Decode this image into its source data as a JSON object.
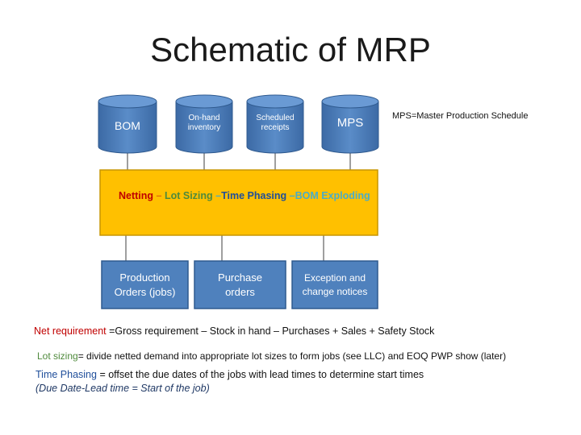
{
  "title": "Schematic of MRP",
  "inputs": [
    {
      "label": "BOM"
    },
    {
      "label": "On-hand inventory"
    },
    {
      "label": "Scheduled receipts"
    },
    {
      "label": "MPS"
    }
  ],
  "mps_note": "MPS=Master Production Schedule",
  "process": {
    "parts": [
      {
        "text": "Netting ",
        "color": "red"
      },
      {
        "text": "– ",
        "color": "orange"
      },
      {
        "text": "Lot Sizing ",
        "color": "green"
      },
      {
        "text": "–",
        "color": "teal"
      },
      {
        "text": "Time Phasing ",
        "color": "blue"
      },
      {
        "text": "–BOM Exploding",
        "color": "teal"
      }
    ]
  },
  "outputs": [
    {
      "line1": "Production",
      "line2": "Orders (jobs)"
    },
    {
      "line1": "Purchase",
      "line2": "orders"
    },
    {
      "line1": "Exception and",
      "line2": "change notices"
    }
  ],
  "definitions": {
    "net_term": "Net requirement",
    "net_text": " =Gross requirement – Stock in hand – Purchases + Sales + Safety Stock",
    "lot_term": "Lot sizing",
    "lot_text": "= divide netted demand into appropriate lot sizes to form jobs (see LLC) and EOQ PWP show (later)",
    "time_term": "Time Phasing",
    "time_text": " = offset the due dates of the jobs with lead times to determine start times",
    "time_note": "(Due Date-Lead time  = Start of the job)"
  },
  "colors": {
    "cylinder": "#4f81bd",
    "process_fill": "#ffc000",
    "output_fill": "#4f81bd",
    "connector": "#7f7f7f"
  }
}
